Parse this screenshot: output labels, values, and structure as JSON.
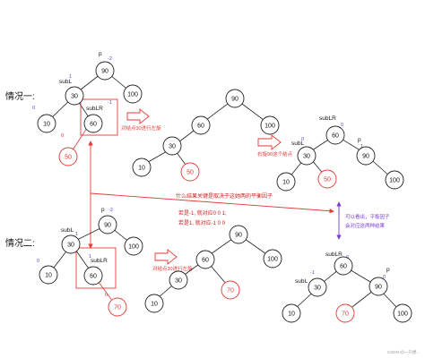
{
  "colors": {
    "node_stroke": "#222222",
    "red": "#e53935",
    "purple": "#7b3fd0",
    "bf_purple": "#6a40c8",
    "bf_red": "#d32f2f"
  },
  "case1": {
    "title": "情况一:",
    "tree1": {
      "p": "p",
      "p_bf": "-2",
      "subL": "subL",
      "subL_bf": "1",
      "subLR": "subLR",
      "subLR_bf": "-1",
      "left_bf": "0",
      "red_bf": "0",
      "n90": "90",
      "n30": "30",
      "n100": "100",
      "n10": "10",
      "n60": "60",
      "n50": "50"
    },
    "arrow1_note": "对结点30进行左旋",
    "tree2": {
      "n90": "90",
      "n60": "60",
      "n100": "100",
      "n30": "30",
      "n10": "10",
      "n50": "50"
    },
    "arrow2_note": "右旋90这个结点",
    "tree3": {
      "subLR": "subLR",
      "subL": "subL",
      "p": "p",
      "bf_subL": "0",
      "bf_subLR": "0",
      "bf_p": "1",
      "n60": "60",
      "n30": "30",
      "n90": "90",
      "n10": "10",
      "n50": "50",
      "n100": "100"
    }
  },
  "middle": {
    "line1": "什么结果关键是取决于这她两的平衡因子",
    "line2": "若是-1, 就对应0 0 1;",
    "line3": "若是1, 就对应-1 0 0",
    "purple1": "可以看出，平衡因子",
    "purple2": "会对应这两种结果"
  },
  "case2": {
    "title": "情况二:",
    "tree1": {
      "p": "p",
      "p_bf": "-2",
      "subL": "subL",
      "subL_bf": "1",
      "subLR": "subLR",
      "subLR_bf": "1",
      "left_bf": "0",
      "red_bf": "0",
      "n90": "90",
      "n30": "30",
      "n100": "100",
      "n10": "10",
      "n60": "60",
      "n70": "70"
    },
    "arrow1_note": "对结点30进行左旋",
    "tree2": {
      "n90": "90",
      "n60": "60",
      "n100": "100",
      "n30": "30",
      "n10": "10",
      "n70": "70"
    },
    "tree3": {
      "subLR": "subLR",
      "subL": "subL",
      "p": "p",
      "bf_subL": "-1",
      "bf_subLR": "0",
      "bf_p": "0",
      "n60": "60",
      "n30": "30",
      "n90": "90",
      "n10": "10",
      "n70": "70",
      "n100": "100"
    }
  },
  "watermark": "CSDN @一只想..."
}
